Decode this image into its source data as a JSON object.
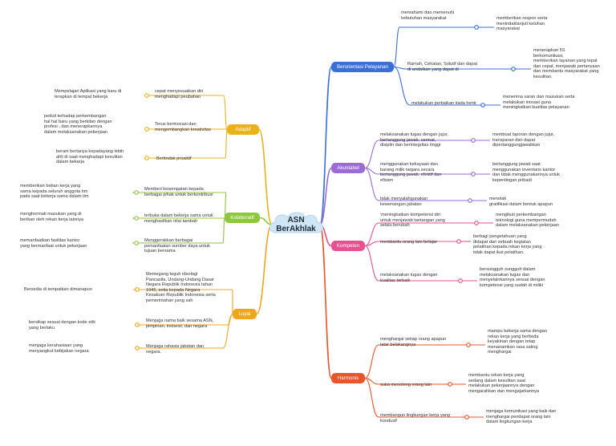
{
  "center": {
    "line1": "ASN",
    "line2": "BerAkhlak"
  },
  "colors": {
    "berorientasi": "#3b6fd8",
    "akuntabel": "#9b6bd6",
    "kompeten": "#e8508f",
    "harmonis": "#e8552a",
    "adaptif": "#e8b21a",
    "kolaboratif": "#8cc83a",
    "loyal": "#f0a61c",
    "cloud": "#cfe6f7"
  },
  "branches": {
    "berorientasi": {
      "label": "Berorientasi Pelayanan",
      "items": [
        {
          "text": "memahami dan memenuhi\nkebutuhan masyarakat",
          "detail": "memberikan respon serta\nmenindaklanjuti keluhan\nmasyarakat"
        },
        {
          "text": "Ramah, Cekatan, Solutif dan dapat\ndi andalkan yang dapat di",
          "detail": "menerapkan 5S\nberkomunikasi,\nmemberikan layanan yang tepat\ndan cepat, menjawab pertanyaan\ndan membantu masyarakat yang\nkesulitan."
        },
        {
          "text": "melakukan perbaikan tiada henti",
          "detail": "menerima saran dan masukan serta\nmelakukan inovasi guna\nmeningkatkan kualitas pelayanan"
        }
      ]
    },
    "akuntabel": {
      "label": "Akuntabel",
      "items": [
        {
          "text": "melaksanakan tugas dengan jujur,\nbertanggung jawab, cermat,\ndisiplin dan berintegritas tinggi",
          "detail": "membuat laporan dengan jujur,\ntransparan dan dapat\ndipertanggungjawabkan"
        },
        {
          "text": "menggunakan kekayaan dan\nbarang milik negara secara\nbertanggung jawab, efektif dan\nefisien",
          "detail": "bertanggung jawab saat\nmenggunakan inventaris kantor\ndan tidak menggunakannya untuk\nkepentingan pribadi"
        },
        {
          "text": "tidak menyalahgunakan\nkewenangan jabatan",
          "detail": "menolak\ngratifikasi dalam bentuk apapun"
        }
      ]
    },
    "kompeten": {
      "label": "Kompeten",
      "items": [
        {
          "text": "'meningkatkan kompetensi diri\nuntuk menjawab tantangan yang\nselalu berubah",
          "detail": "mengikuti perkembangan\nteknologi guna mempermudah\ndalam melaksanakan pekerjaan"
        },
        {
          "text": "membantu orang lain belajar",
          "detail": "berbagi pengetahuan yang\ndidapat dari sebuah kegiatan\npelatihan kepada rekan kerja yang\ntidak dapat ikut pelatihan."
        },
        {
          "text": "melaksanakan tugas dengan\nkualitas terbaik",
          "detail": "bersungguh sungguh dalam\nmelaksanakan tugas dan\nmenyelainkannya sesuai dengan\nkompetensi yang sudah di miliki"
        }
      ]
    },
    "harmonis": {
      "label": "Harmonis",
      "items": [
        {
          "text": "menghargai setiap orang apapun\nlatar belakangnya",
          "detail": "mampu bekerja sama dengan\nrekan kerja yang berbeda\nkeyakinan dengan tetap\nmenanamkan rasa saling\nmenghargai"
        },
        {
          "text": "suka menolong orang lain",
          "detail": "membantu rekan kerja  yang\nsedang dalam kesulitan saat\nmelakukan pekerjaannya dengan\nmengarahkan dan mengajarkannya"
        },
        {
          "text": "membangun lingkungan kerja yang\nkondusif",
          "detail": "menjaga komunikasi yang baik dan\nmenghargai pendapat orang lain\ndalam lingkungan kerja"
        }
      ]
    },
    "adaptif": {
      "label": "Adaptif",
      "items": [
        {
          "text": "cepat menyesuaikan diri\nmenghadapi peubahan",
          "detail": "Mempelajari Aplikasi yang baru di\nterapkan di tempat bekerja"
        },
        {
          "text": "Terus berinovasi dan\nmengembangkan kreativitas",
          "detail": "peduli terhadap perkembangan\nhal hal baru yang berkitan dengan\nprofesi , dan menerapkannya\ndalam melaksanakan pekerjaan"
        },
        {
          "text": "Bertindak proaktif",
          "detail": "berani bertanya kepadayang lebih\nahli di saat menghadapi kesulitan\ndalam bekerja"
        }
      ]
    },
    "kolaboratif": {
      "label": "Kolaboratif",
      "items": [
        {
          "text": "Memberi kesempatan kepada\nberbagai pihak untuk berkontribusi",
          "detail": "memberikan beban kerja yang\nsama kepada seluruh anggota tim\npada saat bekerja sama dalam tim"
        },
        {
          "text": "terbuka dalam bekerja sama untuk\nmenghasilkan  nilai tambah",
          "detail": "menghormati masukan yang di\nberikan oleh rekan kerja lainnya"
        },
        {
          "text": "Menggerakkan berbagai\npemanfaatan sumber daya untuk\ntujuan bersama",
          "detail": "memanfaatkan  fasilitas kantor\nyang bermanfaat untuk pekerjaan"
        }
      ]
    },
    "loyal": {
      "label": "Loyal",
      "items": [
        {
          "text": "Memegang teguh ideologi\nPancasila, Undang-Undang Dasar\nNegara Republik Indonesia tahun\n1945, setia kepada Negara\nKesatuan Republik Indonesia serta\npemerintahan yang sah",
          "detail": "Bersedia di tempatkan dimanapun"
        },
        {
          "text": "Menjaga nama baik sesama ASN,\npimpinan, instansi, dan negara",
          "detail": "bersikap sesuai dengan kode etik\nyang berlaku"
        },
        {
          "text": "Menjaga rahasia jabatan dan\nnegara.",
          "detail": "menjaga kerahasiaan yang\nmenyangkut kebijakan negara"
        }
      ]
    }
  }
}
